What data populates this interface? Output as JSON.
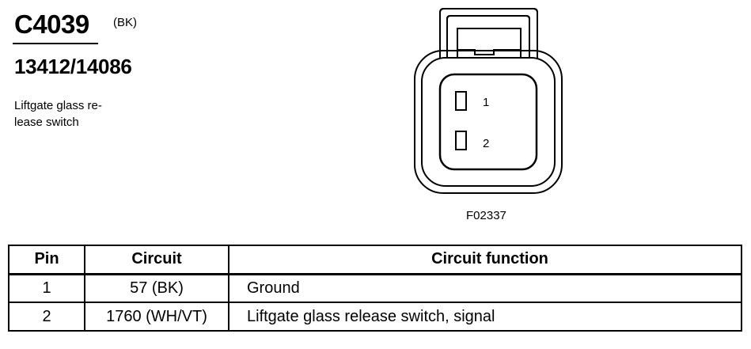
{
  "connector": {
    "id": "C4039",
    "color": "(BK)",
    "part_number": "13412/14086",
    "description_lines": [
      "Liftgate glass re-",
      "lease switch"
    ]
  },
  "diagram": {
    "figure_id": "F02337",
    "pins": [
      "1",
      "2"
    ]
  },
  "table": {
    "headers": {
      "pin": "Pin",
      "circuit": "Circuit",
      "function": "Circuit function"
    },
    "rows": [
      {
        "pin": "1",
        "circuit": "57 (BK)",
        "function": "Ground"
      },
      {
        "pin": "2",
        "circuit": "1760 (WH/VT)",
        "function": "Liftgate glass release switch, signal"
      }
    ]
  }
}
